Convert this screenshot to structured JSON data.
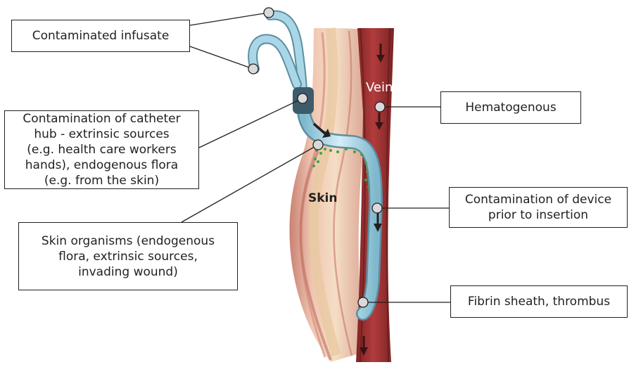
{
  "labels": {
    "contaminated_infusate": "Contaminated infusate",
    "catheter_hub": [
      "Contamination of catheter",
      "hub - extrinsic sources",
      "(e.g. health care workers",
      "hands), endogenous flora",
      "(e.g. from the skin)"
    ],
    "skin_organisms": [
      "Skin organisms (endogenous",
      "flora, extrinsic sources,",
      "invading wound)"
    ],
    "hematogenous": "Hematogenous",
    "device_contamination": [
      "Contamination of device",
      "prior to insertion"
    ],
    "fibrin_sheath": "Fibrin sheath, thrombus"
  },
  "tissue_labels": {
    "vein": "Vein",
    "skin": "Skin"
  },
  "colors": {
    "vein_dark": "#8e2a2a",
    "vein": "#a8373a",
    "skin_outer": "#e9b8a4",
    "skin_mid": "#d98e7d",
    "fat": "#f3e2c3",
    "catheter": "#a9d7e8",
    "catheter_outline": "#5d8ea0",
    "hub": "#3d5b6b",
    "biofilm": "#3aa547",
    "flow_arrow": "#231f20",
    "vein_arrow": "#3a1414"
  }
}
